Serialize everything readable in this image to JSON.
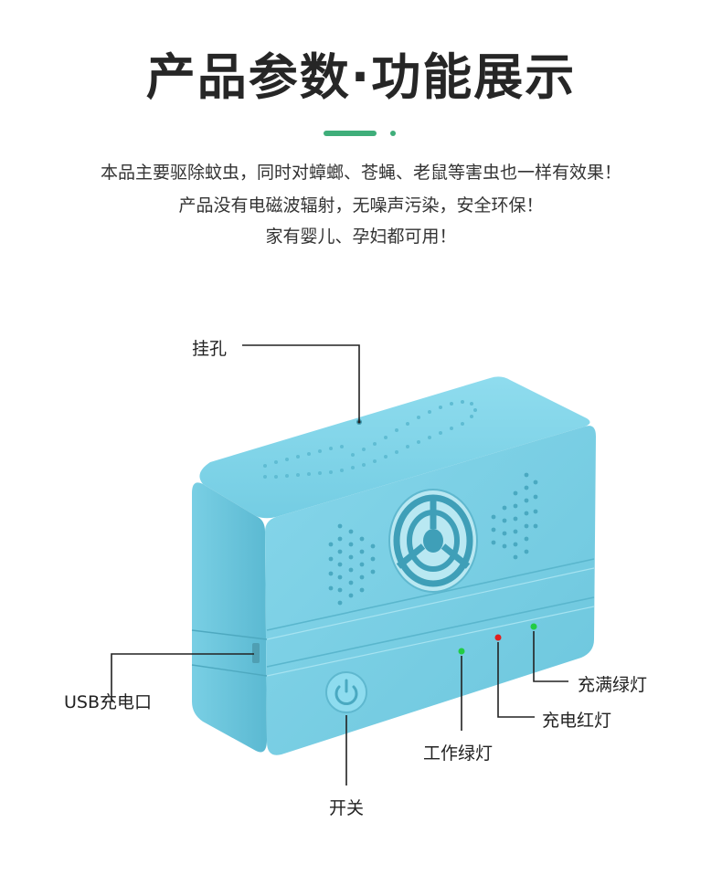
{
  "heading": {
    "title": "产品参数·功能展示",
    "accent_color": "#3fae7a"
  },
  "description": [
    "本品主要驱除蚊虫，同时对蟑螂、苍蝇、老鼠等害虫也一样有效果！",
    "产品没有电磁波辐射，无噪声污染，安全环保！",
    "家有婴儿、孕妇都可用！"
  ],
  "callouts": {
    "hanging_hole": "挂孔",
    "usb_port": "USB充电口",
    "power_switch": "开关",
    "working_light": "工作绿灯",
    "charging_light": "充电红灯",
    "full_light": "充满绿灯"
  },
  "device": {
    "body_color": "#7fd3e8",
    "indicator_colors": {
      "working": "#22cc44",
      "charging": "#e02020",
      "full": "#22cc44"
    }
  }
}
